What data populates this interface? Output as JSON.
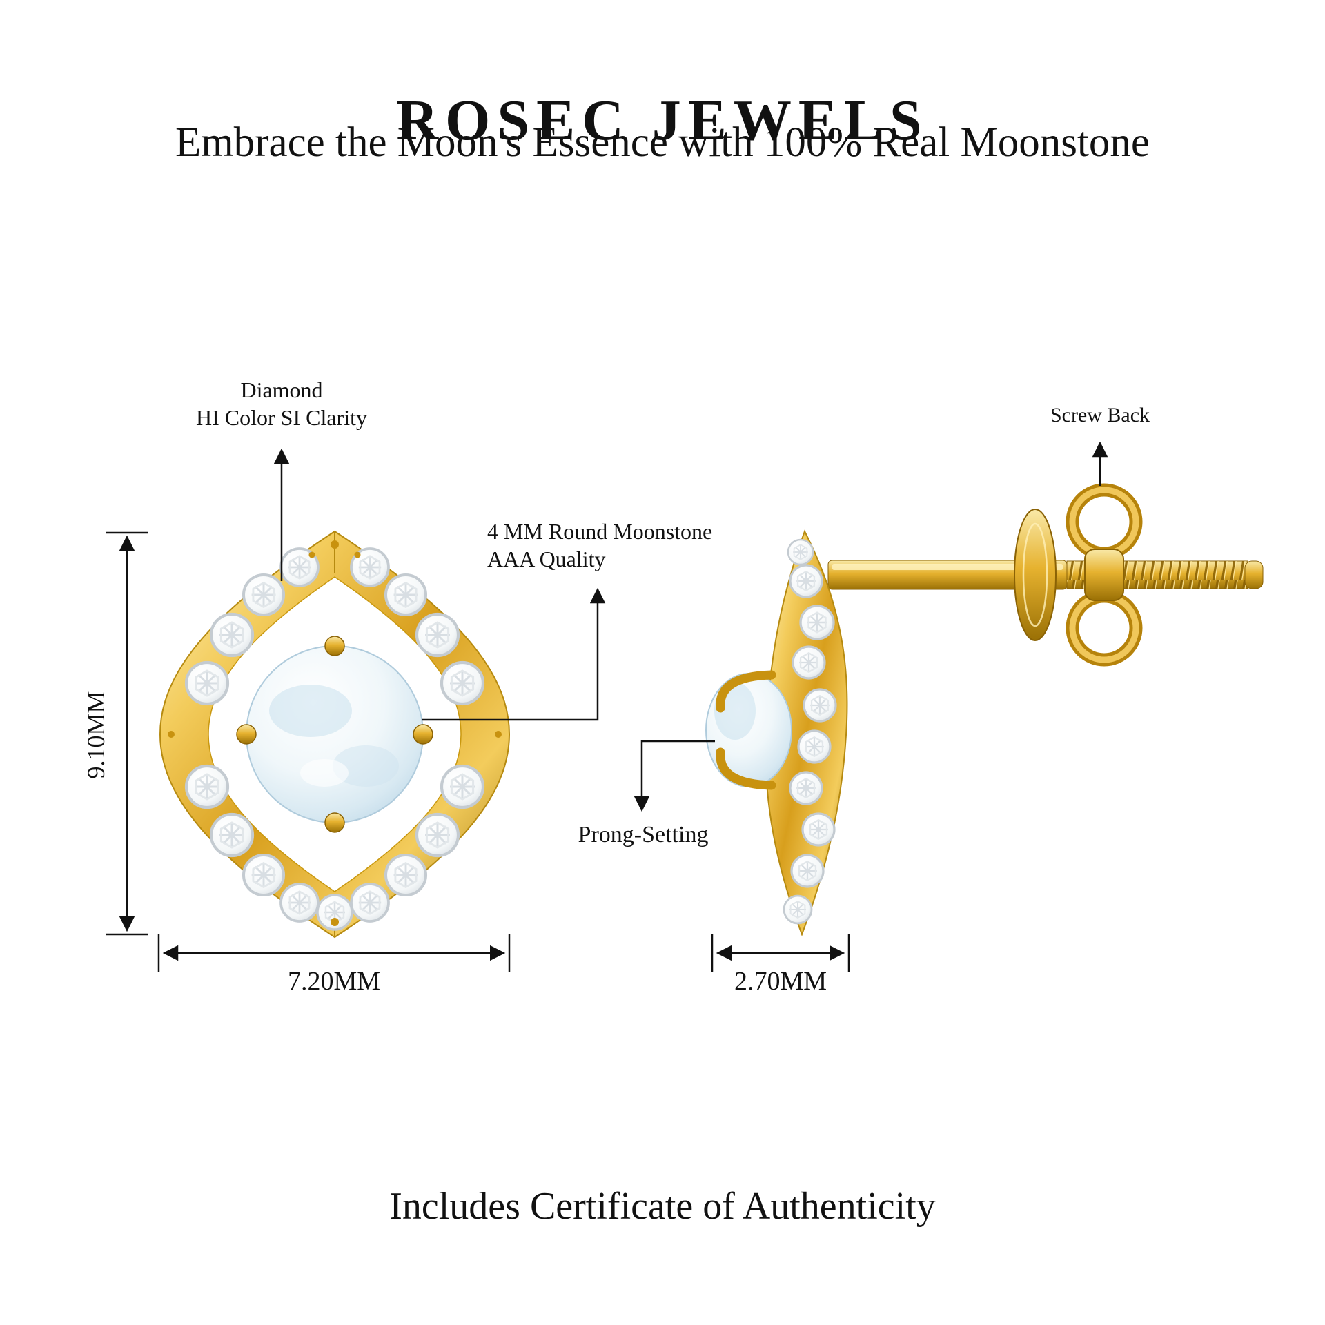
{
  "header": {
    "brand": "ROSEC JEWELS",
    "tagline": "Embrace the Moon's Essence with 100% Real Moonstone"
  },
  "annotations": {
    "diamond_line1": "Diamond",
    "diamond_line2": "HI Color SI Clarity",
    "moonstone_line1": "4 MM Round Moonstone",
    "moonstone_line2": "AAA Quality",
    "screw_back": "Screw Back",
    "prong_setting": "Prong-Setting"
  },
  "dimensions": {
    "front_height": "9.10MM",
    "front_width": "7.20MM",
    "side_width": "2.70MM"
  },
  "footer": {
    "note": "Includes Certificate of Authenticity"
  },
  "colors": {
    "background": "#FFFFFF",
    "text": "#111111",
    "gold_light": "#F8E18F",
    "gold_mid": "#E2AC28",
    "gold_dark": "#A87908",
    "moonstone_edge": "#BFD9E8",
    "diamond_edge": "#C4CBD1"
  }
}
